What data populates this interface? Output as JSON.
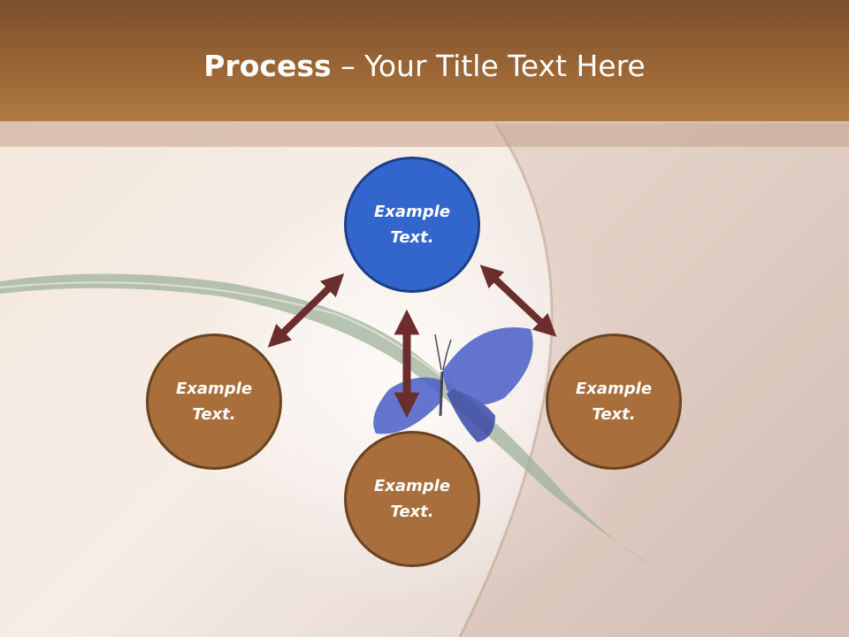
{
  "slide": {
    "title_bold": "Process",
    "title_rest": " – Your Title Text Here"
  },
  "diagram": {
    "center": {
      "label": "Example Text.",
      "fill": "#3366cc"
    },
    "left": {
      "label": "Example Text.",
      "fill": "#a86e3c"
    },
    "right": {
      "label": "Example Text.",
      "fill": "#a86e3c"
    },
    "bottom": {
      "label": "Example Text.",
      "fill": "#a86e3c"
    },
    "arrow_color": "#6b2d2d"
  },
  "colors": {
    "header": "#9a6535",
    "butterfly": "#4a5fc8",
    "leaf": "#8fa58a"
  },
  "icons": [
    "butterfly-illustration",
    "leaf-illustration"
  ]
}
